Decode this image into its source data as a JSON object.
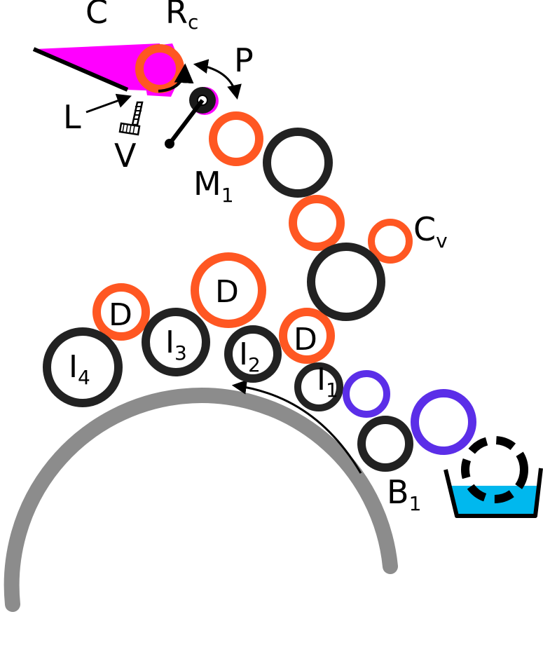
{
  "colors": {
    "ink_roller": "#222222",
    "orange_roller": "#ff5722",
    "violet_roller": "#5b2ee8",
    "impression_cylinder": "#8c8c8c",
    "ink_blade": "#ff00ff",
    "fountain_liquid": "#00b8ee",
    "outline": "#000000"
  },
  "labels": {
    "c": "C",
    "rc": {
      "main": "R",
      "sub": "c"
    },
    "p": "P",
    "l": "L",
    "v": "V",
    "m1": {
      "main": "M",
      "sub": "1"
    },
    "cv": {
      "main": "C",
      "sub": "v"
    },
    "d_1": "D",
    "d_2": "D",
    "d_3": "D",
    "i1": {
      "main": "I",
      "sub": "1"
    },
    "i2": {
      "main": "I",
      "sub": "2"
    },
    "i3": {
      "main": "I",
      "sub": "3"
    },
    "i4": {
      "main": "I",
      "sub": "4"
    },
    "b1": {
      "main": "B",
      "sub": "1"
    }
  },
  "icons": {
    "rotation_arrow": "curved-arrow-icon",
    "oscillation_arrow": "double-curved-arrow-icon",
    "screw": "adjustment-screw-icon",
    "fountain": "ink-fountain-icon"
  }
}
